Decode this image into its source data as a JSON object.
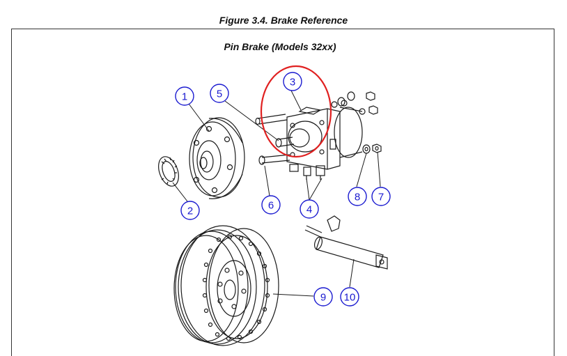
{
  "figure": {
    "caption": "Figure 3.4.  Brake Reference",
    "panel_title": "Pin Brake (Models 32xx)"
  },
  "callouts": [
    {
      "id": "c1",
      "label": "1"
    },
    {
      "id": "c2",
      "label": "2"
    },
    {
      "id": "c3",
      "label": "3"
    },
    {
      "id": "c4",
      "label": "4"
    },
    {
      "id": "c5",
      "label": "5"
    },
    {
      "id": "c6",
      "label": "6"
    },
    {
      "id": "c7",
      "label": "7"
    },
    {
      "id": "c8",
      "label": "8"
    },
    {
      "id": "c9",
      "label": "9"
    },
    {
      "id": "c10",
      "label": "10"
    }
  ],
  "colors": {
    "callout": "#1a1ad0",
    "highlight": "#e02020",
    "line_art": "#1a1a1a"
  }
}
